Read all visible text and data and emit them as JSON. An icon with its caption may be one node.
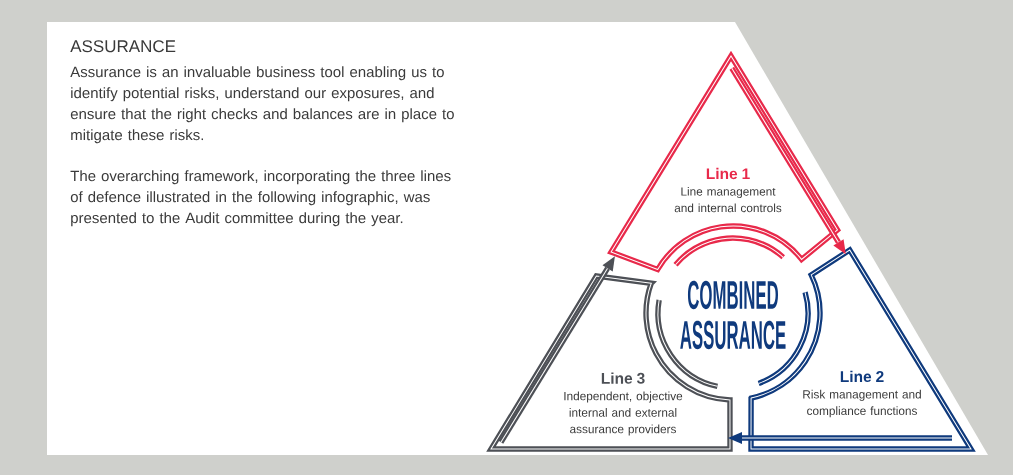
{
  "diagram": {
    "nodes": [
      {
        "text": [
          "Line 1",
          "Line management and internal controls"
        ]
      },
      {
        "text": [
          "Line 2",
          "Risk management and compliance functions"
        ]
      },
      {
        "text": [
          "Line 3",
          "Independent, objective internal and external assurance  providers"
        ]
      },
      {
        "text": [
          "COMBINED ASSURANCE"
        ]
      }
    ],
    "edges": [
      {
        "from": 0,
        "to": 1,
        "arrow": "to",
        "color": "#e8294a"
      },
      {
        "from": 1,
        "to": 2,
        "arrow": "to",
        "color": "#0f3a7d"
      },
      {
        "from": 2,
        "to": 0,
        "arrow": "to",
        "color": "#4d5056"
      }
    ],
    "labels": [
      "ASSURANCE",
      "Assurance is an invaluable business tool enabling us to identify potential risks, understand our exposures, and ensure that the right checks and balances are in place to mitigate these risks.",
      "The overarching framework, incorporating the three lines of defence illustrated in the following infographic, was presented to the Audit committee during the year."
    ]
  }
}
